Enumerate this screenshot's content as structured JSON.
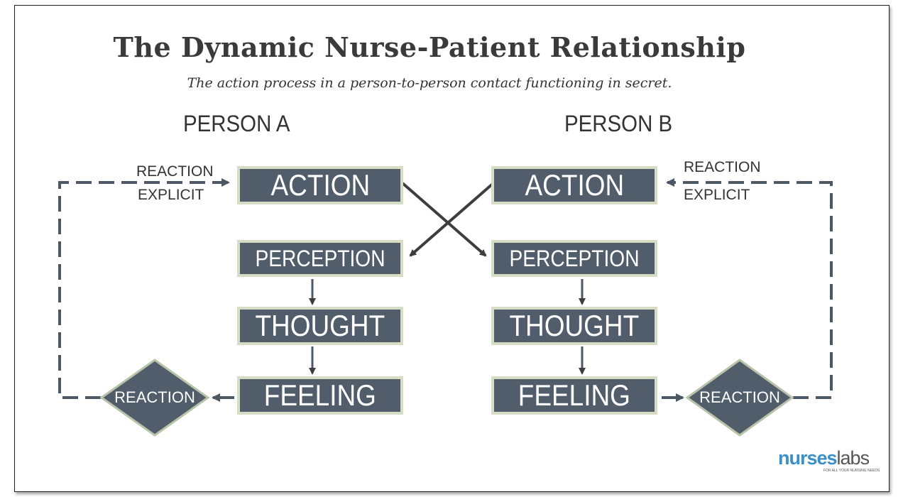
{
  "title": "The Dynamic Nurse-Patient Relationship",
  "subtitle": "The action process in a person-to-person contact functioning in secret.",
  "person_a": {
    "heading": "PERSON A",
    "action": "ACTION",
    "perception": "PERCEPTION",
    "thought": "THOUGHT",
    "feeling": "FEELING",
    "reaction": "REACTION",
    "loop_label_1": "REACTION",
    "loop_label_2": "EXPLICIT"
  },
  "person_b": {
    "heading": "PERSON B",
    "action": "ACTION",
    "perception": "PERCEPTION",
    "thought": "THOUGHT",
    "feeling": "FEELING",
    "reaction": "REACTION",
    "loop_label_1": "REACTION",
    "loop_label_2": "EXPLICIT"
  },
  "logo": {
    "brand_part1": "nurses",
    "brand_part2": "labs",
    "tagline": "FOR ALL YOUR NURSING NEEDS"
  },
  "colors": {
    "box_fill": "#515d6b",
    "box_border": "#d5dec4",
    "line": "#3d3d3d",
    "loop_line": "#4d5866",
    "brand_blue": "#3a8fc9"
  }
}
